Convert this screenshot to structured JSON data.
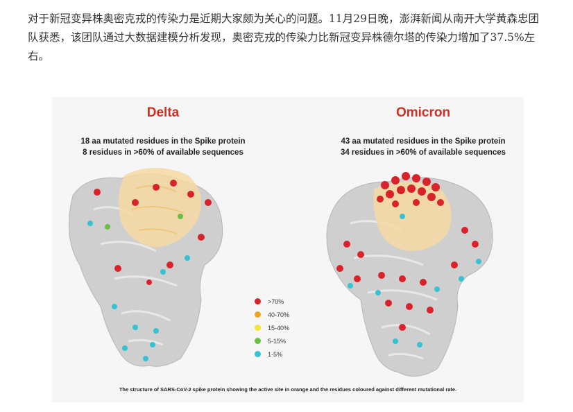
{
  "article": {
    "paragraph": "对于新冠变异株奥密克戎的传染力是近期大家颇为关心的问题。11月29日晚，澎湃新闻从南开大学黄森忠团队获悉，该团队通过大数据建模分析发现，奥密克戎的传染力比新冠变异株德尔塔的传染力增加了37.5%左右。"
  },
  "figure": {
    "panels": [
      {
        "title": "Delta",
        "subtitle_line1": "18 aa mutated residues in the Spike protein",
        "subtitle_line2": "8 residues in >60% of available sequences"
      },
      {
        "title": "Omicron",
        "subtitle_line1": "43 aa mutated residues in the Spike protein",
        "subtitle_line2": "34 residues in >60% of available sequences"
      }
    ],
    "legend": [
      {
        "label": ">70%",
        "color": "#d8232a"
      },
      {
        "label": "40-70%",
        "color": "#f0a321"
      },
      {
        "label": "15-40%",
        "color": "#f4e632"
      },
      {
        "label": "5-15%",
        "color": "#6cbf45"
      },
      {
        "label": "1-5%",
        "color": "#35c3d3"
      }
    ],
    "caption": "The structure of SARS-CoV-2 spike protein showing the active site in orange and the residues coloured against different mutational rate."
  }
}
